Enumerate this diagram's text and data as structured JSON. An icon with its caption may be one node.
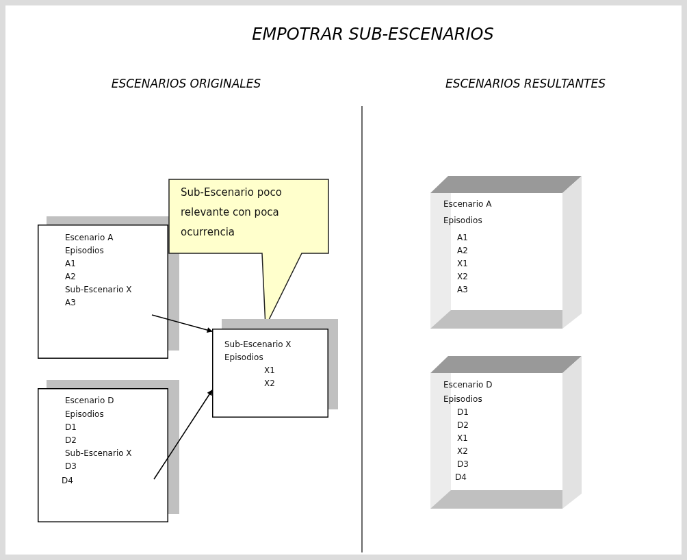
{
  "diagram": {
    "title": "EMPOTRAR SUB-ESCENARIOS",
    "nodes": [
      {
        "text": [
          "Escenario A",
          "Episodios",
          "A1",
          "A2",
          "Sub-Escenario X",
          "A3"
        ]
      },
      {
        "text": [
          "Sub-Escenario poco relevante con poca ocurrencia"
        ]
      },
      {
        "text": [
          "Sub-Escenario X",
          "Episodios",
          "X1",
          "X2"
        ]
      },
      {
        "text": [
          "Escenario D",
          "Episodios",
          "D1",
          "D2",
          "Sub-Escenario X",
          "D3",
          "D4"
        ]
      },
      {
        "text": [
          "Escenario A",
          "Episodios",
          "A1",
          "A2",
          "X1",
          "X2",
          "A3"
        ]
      },
      {
        "text": [
          "Escenario D",
          "Episodios",
          "D1",
          "D2",
          "X1",
          "X2",
          "D3",
          "D4"
        ]
      }
    ],
    "edges": [
      {
        "from": 0,
        "to": 2,
        "arrow": "to"
      },
      {
        "from": 3,
        "to": 2,
        "arrow": "to"
      }
    ],
    "labels": [
      "ESCENARIOS ORIGINALES",
      "ESCENARIOS RESULTANTES"
    ]
  }
}
